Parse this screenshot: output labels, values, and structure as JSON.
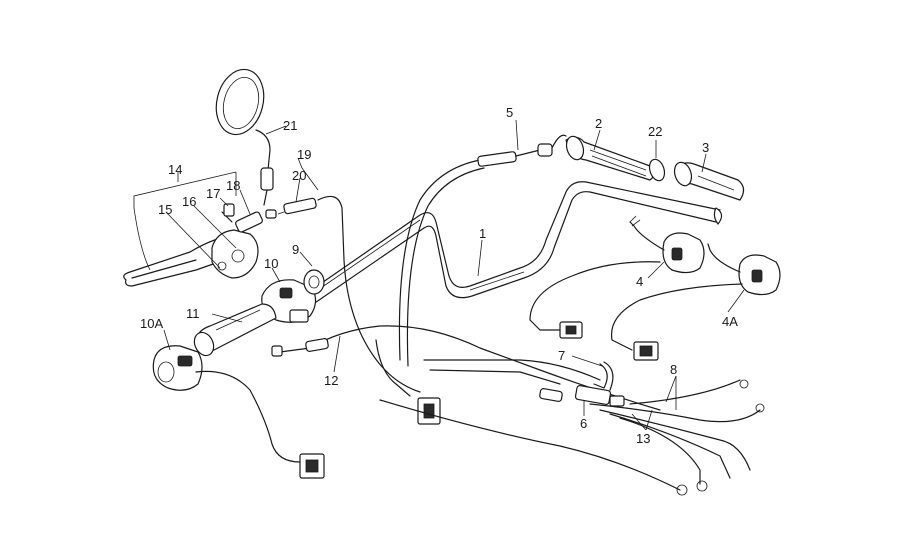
{
  "callouts": {
    "c1": "1",
    "c2": "2",
    "c3": "3",
    "c4": "4",
    "c4a": "4A",
    "c5": "5",
    "c6": "6",
    "c7": "7",
    "c8": "8",
    "c9": "9",
    "c10": "10",
    "c10a": "10A",
    "c11": "11",
    "c12": "12",
    "c13": "13",
    "c14": "14",
    "c15": "15",
    "c16": "16",
    "c17": "17",
    "c18": "18",
    "c19": "19",
    "c20": "20",
    "c21": "21",
    "c22": "22"
  },
  "colors": {
    "ink": "#1a1a1a",
    "paper": "#ffffff"
  }
}
